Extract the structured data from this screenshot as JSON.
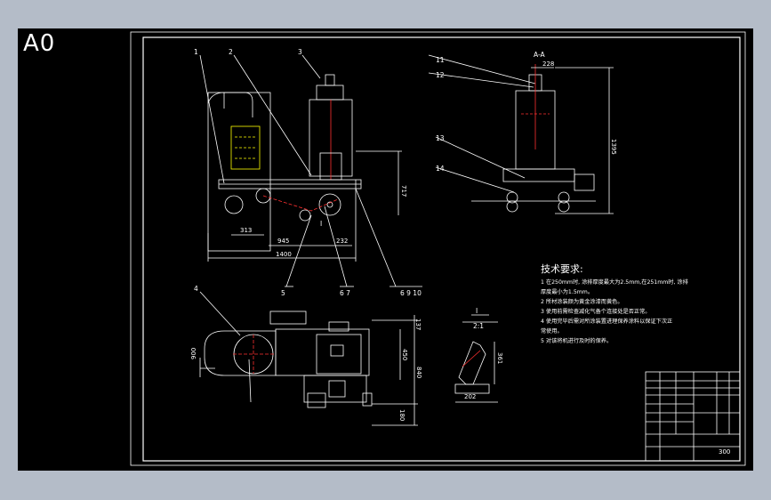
{
  "sheet": {
    "size_label": "A0"
  },
  "part_labels": [
    "1",
    "2",
    "3",
    "4",
    "5",
    "6 7",
    "6 9 10",
    "11",
    "12",
    "13",
    "14",
    "I"
  ],
  "dimensions": {
    "front": [
      "313",
      "945",
      "232",
      "1400",
      "717"
    ],
    "section": [
      "228",
      "1395"
    ],
    "plan": [
      "900",
      "137",
      "450",
      "840",
      "180"
    ],
    "detail": [
      "202",
      "361"
    ]
  },
  "section_title": "A-A",
  "detail_title": "I",
  "detail_scale": "2:1",
  "tech_requirements": {
    "title": "技术要求:",
    "lines": [
      "1 在250mm时, 涂排厚度最大为2.5mm,在251mm时, 涂排",
      "   厚度最小为1.5mm。",
      "2 所材涂装颜为黄金涂漆而黄色。",
      "3 使用前需检查减化气备个连接处是否正常。",
      "4 使用完毕后需对所涂装置进理保养涂料以保证下次正",
      "   常使用。",
      "5 对该将机进行及时的保养。"
    ]
  },
  "title_block": {
    "stamp": "300"
  },
  "colors": {
    "line": "#ffffff",
    "accent": "#ffff00",
    "cut": "#ff3030",
    "sheet": "#000000",
    "backdrop": "#b4bcc8"
  }
}
